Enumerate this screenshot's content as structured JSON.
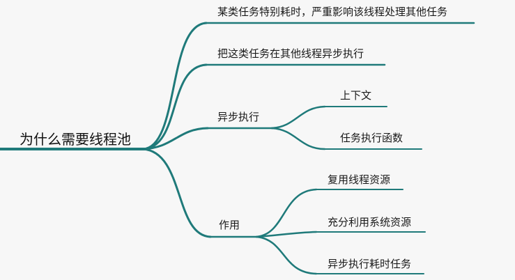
{
  "root": {
    "label": "为什么需要线程池"
  },
  "branches": [
    {
      "label": "某类任务特别耗时，严重影响该线程处理其他任务",
      "children": []
    },
    {
      "label": "把这类任务在其他线程异步执行",
      "children": []
    },
    {
      "label": "异步执行",
      "children": [
        {
          "label": "上下文"
        },
        {
          "label": "任务执行函数"
        }
      ]
    },
    {
      "label": "作用",
      "children": [
        {
          "label": "复用线程资源"
        },
        {
          "label": "充分利用系统资源"
        },
        {
          "label": "异步执行耗时任务"
        }
      ]
    }
  ],
  "colors": {
    "branch": "#1f7a7a",
    "background": "#f7f7f7",
    "text": "#1a1a1a"
  }
}
